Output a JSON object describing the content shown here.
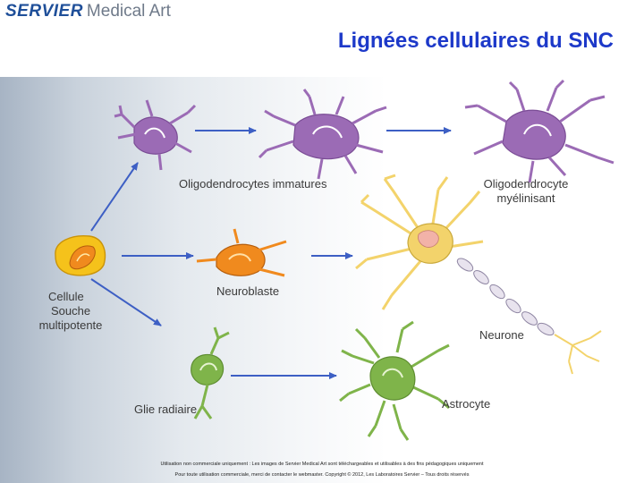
{
  "logo": {
    "brand": "SERVIER",
    "product": "Medical Art"
  },
  "title": "Lignées cellulaires du SNC",
  "labels": {
    "immature": "Oligodendrocytes immatures",
    "myelinating_line1": "Oligodendrocyte",
    "myelinating_line2": "myélinisant",
    "stem_line1": "Cellule",
    "stem_line2": "Souche",
    "stem_line3": "multipotente",
    "neuroblast": "Neuroblaste",
    "neuron": "Neurone",
    "radial_glia": "Glie radiaire",
    "astrocyte": "Astrocyte"
  },
  "footer": {
    "line1": "Utilisation non commerciale uniquement : Les images de Servier Medical Art sont téléchargeables et utilisables à des fins pédagogiques uniquement",
    "line2": "Pour toute utilisation commerciale, merci de contacter le webmaster. Copyright © 2012, Les Laboratoires Servier – Tous droits réservés"
  },
  "colors": {
    "title": "#1d39c9",
    "arrow": "#3d5fc4",
    "oligodendrocyte": "#9b6bb5",
    "stem_cell": "#f5c21b",
    "neuroblast": "#f08a1e",
    "neuron": "#f3d36b",
    "glia": "#7fb44a"
  }
}
